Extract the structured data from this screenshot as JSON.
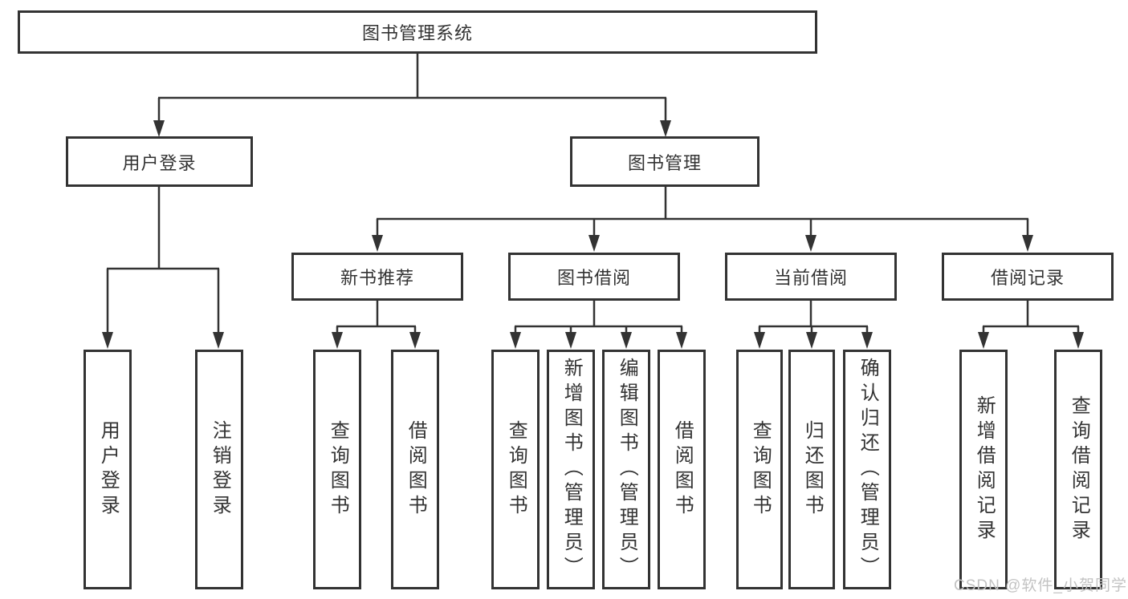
{
  "tree": {
    "root": "图书管理系统",
    "branches": [
      {
        "label": "用户登录",
        "children": [
          "用户登录",
          "注销登录"
        ]
      },
      {
        "label": "图书管理",
        "children": [
          {
            "label": "新书推荐",
            "children": [
              "查询图书",
              "借阅图书"
            ]
          },
          {
            "label": "图书借阅",
            "children": [
              "查询图书",
              "新增图书（管理员）",
              "编辑图书（管理员）",
              "借阅图书"
            ]
          },
          {
            "label": "当前借阅",
            "children": [
              "查询图书",
              "归还图书",
              "确认归还（管理员）"
            ]
          },
          {
            "label": "借阅记录",
            "children": [
              "新增借阅记录",
              "查询借阅记录"
            ]
          }
        ]
      }
    ]
  },
  "watermark": "CSDN @软件_小贺同学",
  "colors": {
    "line": "#333333",
    "text": "#333333",
    "watermark": "#c3c3c3",
    "background": "#ffffff"
  }
}
